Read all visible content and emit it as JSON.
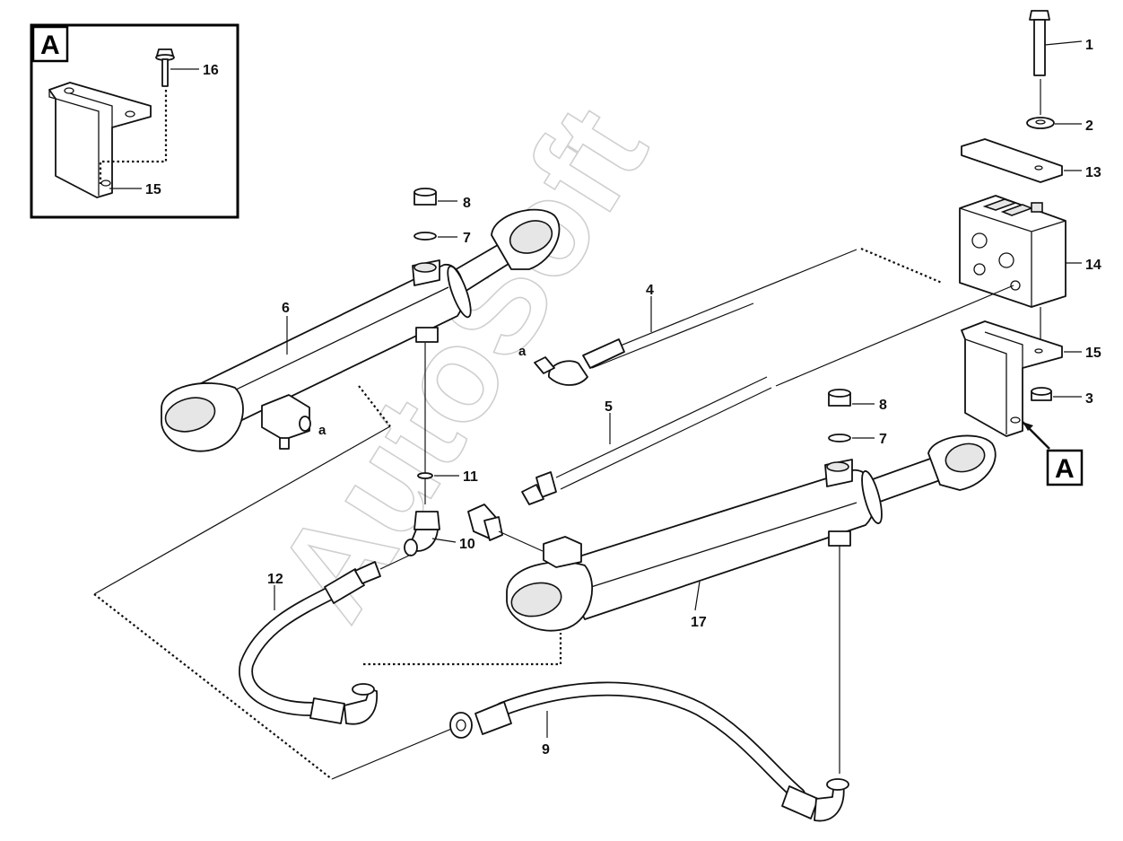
{
  "watermark": "AutoSoft",
  "detail_view": {
    "label": "A",
    "callouts": {
      "bolt": "16",
      "bracket": "15"
    }
  },
  "detail_reference": {
    "label": "A"
  },
  "callouts": {
    "bolt": "1",
    "washer": "2",
    "nut": "3",
    "pipe_upper": "4",
    "pipe_lower": "5",
    "cylinder_left": "6",
    "oring_left": "7",
    "plug_left": "8",
    "oring_right": "7",
    "plug_right": "8",
    "hose_lower": "9",
    "elbow_fitting": "10",
    "oring_fitting": "11",
    "hose_left": "12",
    "plate": "13",
    "valve_block": "14",
    "bracket": "15",
    "cylinder_right": "17"
  },
  "port_marks": {
    "left_cylinder_port": "a",
    "pipe_end": "a"
  }
}
